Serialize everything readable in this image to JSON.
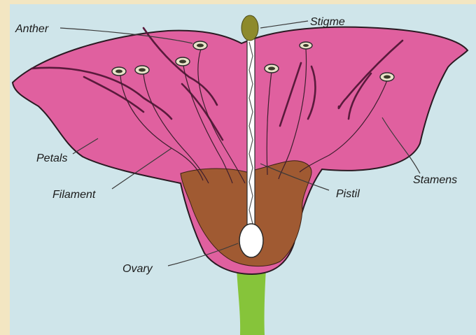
{
  "labels": {
    "anther": "Anther",
    "stigme": "Stigme",
    "petals": "Petals",
    "filament": "Filament",
    "pistil": "Pistil",
    "stamens": "Stamens",
    "ovary": "Ovary"
  },
  "colors": {
    "background": "#cfe5ea",
    "frame": "#f3e6c2",
    "petal": "#e0609f",
    "petal_outline": "#2a1a22",
    "receptacle": "#a05a32",
    "stem": "#86c43a",
    "stigma": "#8d8a2c",
    "ovary": "#ffffff"
  }
}
